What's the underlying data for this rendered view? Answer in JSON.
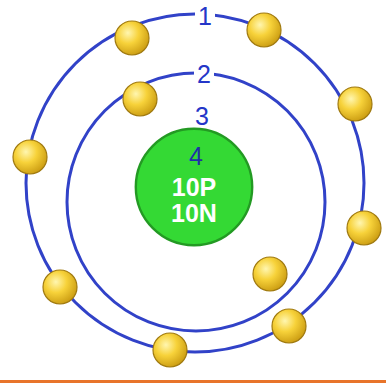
{
  "diagram": {
    "nodes": [
      {
        "text": [
          "10P",
          "10N"
        ]
      }
    ],
    "labels": [
      "1",
      "2",
      "3",
      "4"
    ]
  }
}
